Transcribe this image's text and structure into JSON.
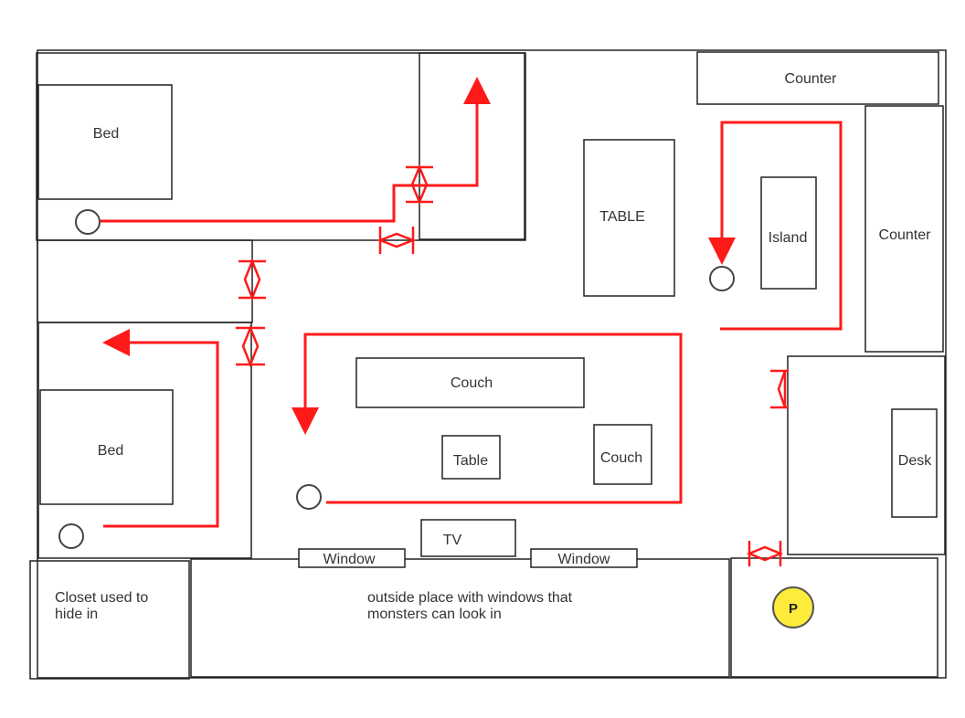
{
  "colors": {
    "path": "#ff1a1a",
    "wall": "#222222",
    "player_fill": "#ffeb3b",
    "player_stroke": "#555555"
  },
  "labels": {
    "bed_top": "Bed",
    "bed_bottom": "Bed",
    "table_kitchen": "TABLE",
    "island": "Island",
    "counter_top": "Counter",
    "counter_right": "Counter",
    "couch_long": "Couch",
    "couch_small": "Couch",
    "table_small": "Table",
    "desk": "Desk",
    "tv": "TV",
    "window_left": "Window",
    "window_right": "Window",
    "closet_line1": "Closet used to",
    "closet_line2": "hide in",
    "outside_line1": "outside place with windows that",
    "outside_line2": "monsters can look in",
    "player": "P"
  }
}
